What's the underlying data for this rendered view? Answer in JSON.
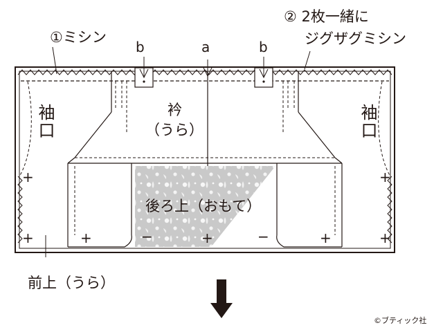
{
  "labels": {
    "step1": "①ミシン",
    "step2_line1": "② 2枚一緒に",
    "step2_line2": "ジグザグミシン",
    "point_a": "a",
    "point_b_left": "b",
    "point_b_right": "b",
    "sleeve_left": "袖口",
    "sleeve_right": "袖口",
    "collar_line1": "衿",
    "collar_line2": "（うら）",
    "back_upper": "後ろ上（おもて）",
    "front_upper": "前上（うら）",
    "copyright": "©ブティック社"
  },
  "marks": {
    "plus": "+",
    "minus": "−"
  },
  "colors": {
    "line": "#231815",
    "fabric_print": "#cfcfcf"
  }
}
